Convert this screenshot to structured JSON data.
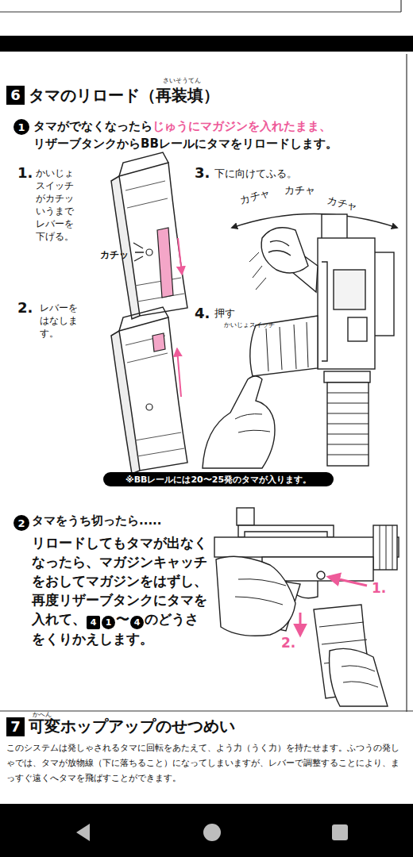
{
  "diagram": {
    "nodes": [
      {
        "text": [
          "6"
        ]
      },
      {
        "text": [
          "1"
        ]
      },
      {
        "text": [
          "※BBレールには20〜25発のタマが入ります。"
        ]
      },
      {
        "text": [
          "2"
        ]
      },
      {
        "text": [
          "4"
        ]
      },
      {
        "text": [
          "1"
        ]
      },
      {
        "text": [
          "4"
        ]
      },
      {
        "text": [
          "7"
        ]
      }
    ],
    "labels": [
      "さいそうてん",
      "タマのリロード（再装填）",
      "タマがでなくなったら",
      "じゅうにマガジンを入れたまま、",
      "リザーブタンクからBBレールにタマをリロードします。",
      "1.",
      "かいじょスイッチがカチッいうまでレバーを下げる。",
      "カチッ",
      "2.",
      "レバーをはなします。",
      "3.",
      "下に向けてふる。",
      "カチャ",
      "カチャ",
      "カチャ",
      "4.",
      "押す",
      "かいじょスイッチ",
      "タマをうち切ったら.....",
      "リロードしてもタマが出なくなったら、マガジンキャッチをおしてマガジンをはずし、再度リザーブタンクにタマを入れて、",
      "〜",
      "のどうさをくりかえします。",
      "1.",
      "2.",
      "かへん",
      "可変ホップアップのせつめい",
      "このシステムは発しゃされるタマに回転をあたえて、よう力（うく力）を持たせます。ふつうの発しゃでは、タマが放物線（下に落ちること）になってしまいますが、レバーで調整することにより、まっすぐ遠くへタマを飛ばすことができます。"
    ]
  }
}
